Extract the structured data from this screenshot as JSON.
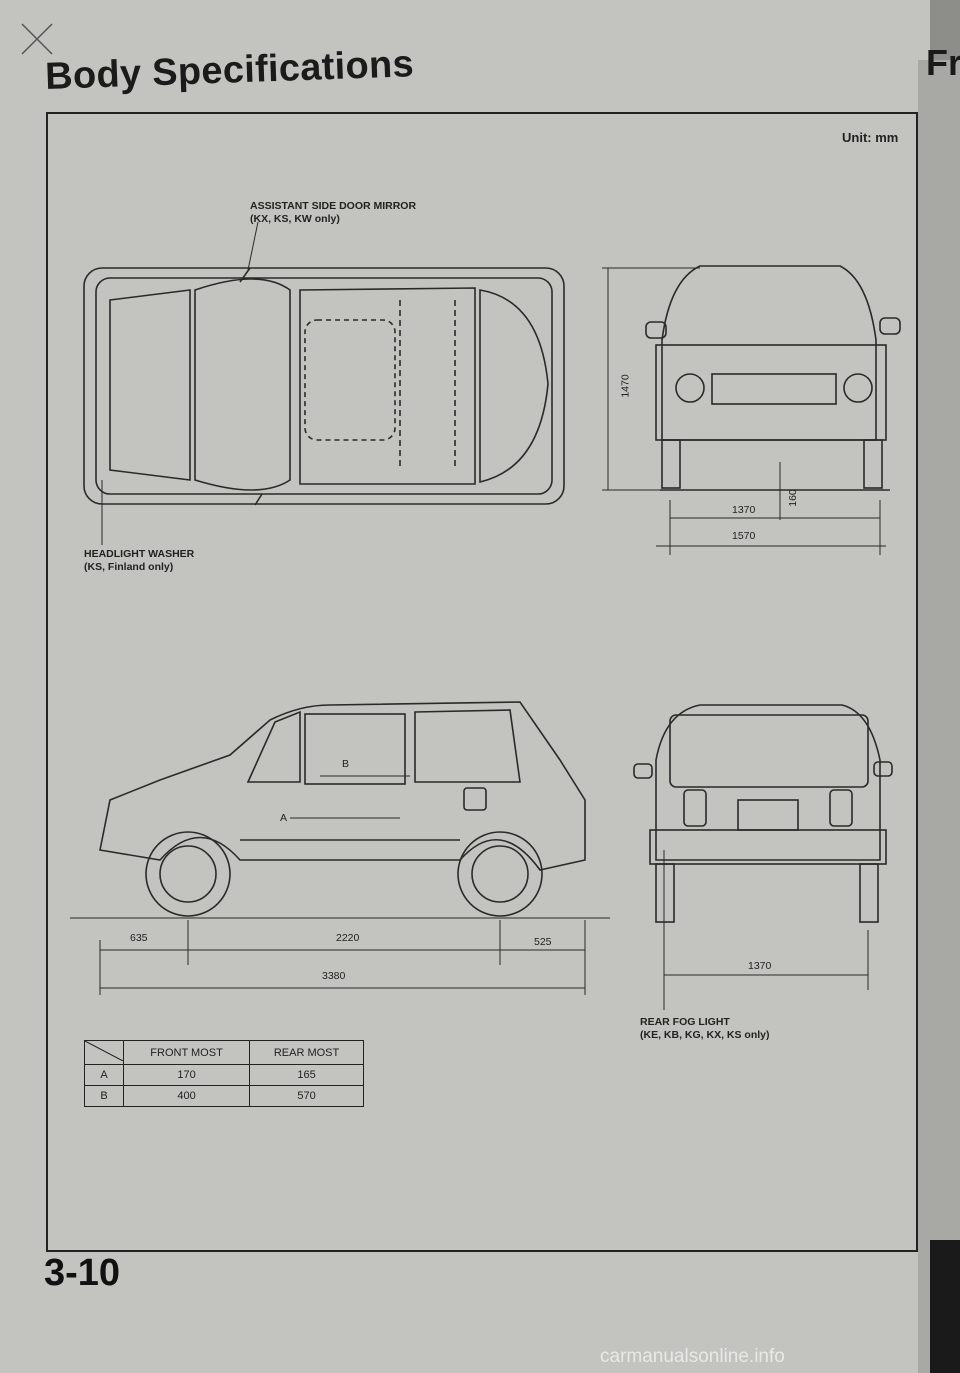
{
  "page": {
    "title": "Body Specifications",
    "unit": "Unit: mm",
    "page_number": "3-10",
    "next_page_title": "Fra"
  },
  "callouts": {
    "mirror": {
      "line1": "ASSISTANT SIDE DOOR MIRROR",
      "line2": "(KX, KS, KW only)"
    },
    "washer": {
      "line1": "HEADLIGHT WASHER",
      "line2": "(KS, Finland only)"
    },
    "fog": {
      "line1": "REAR FOG LIGHT",
      "line2": "(KE, KB, KG, KX, KS only)"
    }
  },
  "dimensions": {
    "height": "1470",
    "ground_clearance": "160",
    "front_track": "1370",
    "overall_width": "1570",
    "front_overhang": "635",
    "wheelbase": "2220",
    "rear_overhang": "525",
    "overall_length": "3380",
    "rear_track": "1370",
    "marker_a": "A",
    "marker_b": "B"
  },
  "table": {
    "headers": [
      "FRONT MOST",
      "REAR MOST"
    ],
    "rows": [
      {
        "label": "A",
        "front": "170",
        "rear": "165"
      },
      {
        "label": "B",
        "front": "400",
        "rear": "570"
      }
    ]
  },
  "watermark": "carmanualsonline.info"
}
